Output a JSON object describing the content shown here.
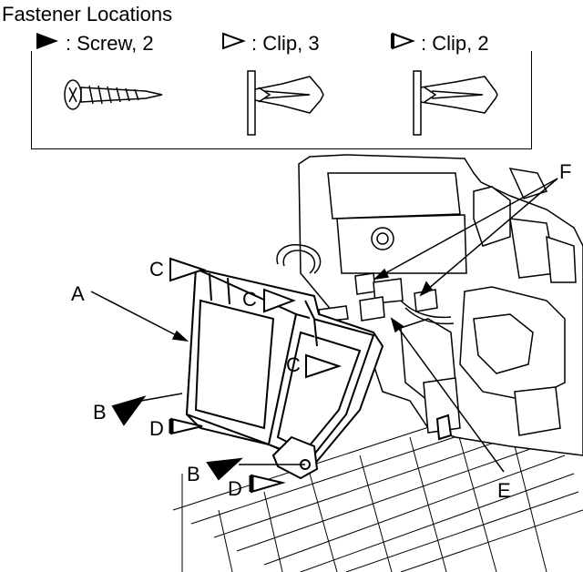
{
  "title": "Fastener Locations",
  "legend": [
    {
      "symbol": "screw-filled-triangle",
      "text": ": Screw, 2"
    },
    {
      "symbol": "clip-open-triangle-c",
      "text": ": Clip, 3"
    },
    {
      "symbol": "clip-open-triangle-d",
      "text": ": Clip, 2"
    }
  ],
  "callouts": {
    "A": "A",
    "B1": "B",
    "B2": "B",
    "C1": "C",
    "C2": "C",
    "C3": "C",
    "D1": "D",
    "D2": "D",
    "E": "E",
    "F": "F"
  }
}
